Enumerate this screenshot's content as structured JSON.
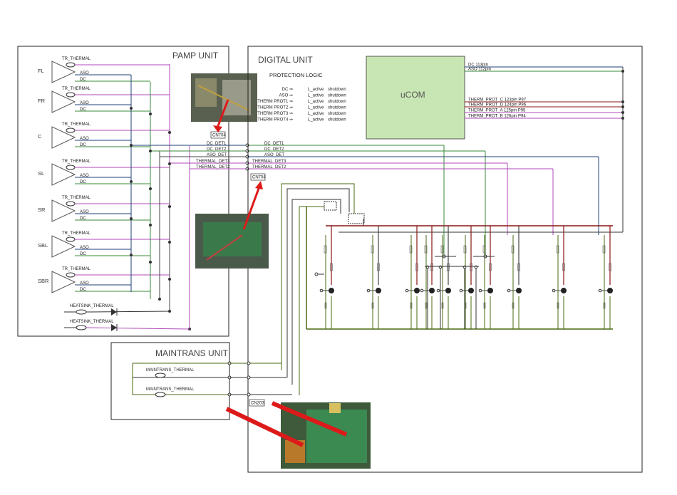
{
  "pamp_unit": {
    "title": "PAMP UNIT",
    "channels": [
      {
        "label": "FL",
        "thermal": "TR_THERMAL",
        "aso": "ASO",
        "dc": "DC"
      },
      {
        "label": "FR",
        "thermal": "TR_THERMAL",
        "aso": "ASO",
        "dc": "DC"
      },
      {
        "label": "C",
        "thermal": "TR_THERMAL",
        "aso": "ASO",
        "dc": "DC"
      },
      {
        "label": "SL",
        "thermal": "TR_THERMAL",
        "aso": "ASO",
        "dc": "DC"
      },
      {
        "label": "SR",
        "thermal": "TR_THERMAL",
        "aso": "ASO",
        "dc": "DC"
      },
      {
        "label": "SBL",
        "thermal": "TR_THERMAL",
        "aso": "ASO",
        "dc": "DC"
      },
      {
        "label": "SBR",
        "thermal": "TR_THERMAL",
        "aso": "ASO",
        "dc": "DC"
      }
    ],
    "heatsink": [
      "HEATSINK_THERMAL",
      "HEATSINK_THERMAL"
    ],
    "connector_top": "CN704",
    "connector_mid": "CN704",
    "signals": [
      "DC_DET1",
      "DC_DET2",
      "ASO_DET",
      "THERMAL_DET3",
      "THERMAL_DET2"
    ]
  },
  "digital_unit": {
    "title": "DIGITAL UNIT",
    "protection_title": "PROTECTION LOGIC",
    "protection_rows": [
      {
        "sig": "DC ⇒",
        "level": "L_active",
        "action": "shutdown"
      },
      {
        "sig": "ASO ⇒",
        "level": "L_active",
        "action": "shutdown"
      },
      {
        "sig": "THERM PROT1 ⇒",
        "level": "L_active",
        "action": "shutdown"
      },
      {
        "sig": "THERM PROT2 ⇒",
        "level": "L_active",
        "action": "shutdown"
      },
      {
        "sig": "THERM PROT3 ⇒",
        "level": "L_active",
        "action": "shutdown"
      },
      {
        "sig": "THERM PROT4 ⇒",
        "level": "L_active",
        "action": "shutdown"
      }
    ],
    "ucom_label": "uCOM",
    "ucom_pins": [
      "DC 113pin",
      "ASO 112pin",
      "THERM_PROT_C 123pin P97",
      "THERM_PROT_D 124pin P96",
      "THERM_PROT_A 125pin P95",
      "THERM_PROT_B 126pin P94"
    ],
    "signals_in": [
      "DC_DET1",
      "DC_DET2",
      "ASO_DET",
      "THERMAL_DET3",
      "THERMAL_DET2"
    ],
    "connector_bottom": "CN203"
  },
  "maintrans_unit": {
    "title": "MAINTRANS UNIT",
    "thermal": [
      "MAINTRANS_THERMAL",
      "MAINTRANS_THERMAL"
    ]
  },
  "colors": {
    "purple": "#b04ab8",
    "navy": "#1f3f7a",
    "green": "#3a8a3a",
    "darkgreen": "#4a6a10",
    "darkred": "#8a1414",
    "red": "#dd1a1a",
    "ucom_fill": "#c8e6b4"
  }
}
